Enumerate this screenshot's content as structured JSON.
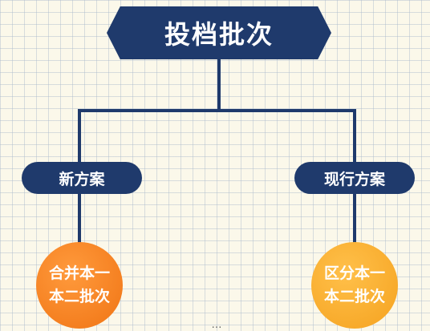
{
  "title": "投档批次",
  "branches": [
    {
      "label": "新方案",
      "result_line1": "合并本一",
      "result_line2": "本二批次",
      "color": "#f07414"
    },
    {
      "label": "现行方案",
      "result_line1": "区分本一",
      "result_line2": "本二批次",
      "color": "#f5a21f"
    }
  ],
  "colors": {
    "navy": "#1f3a6c",
    "background": "#fbf8ea"
  },
  "caption": "…"
}
